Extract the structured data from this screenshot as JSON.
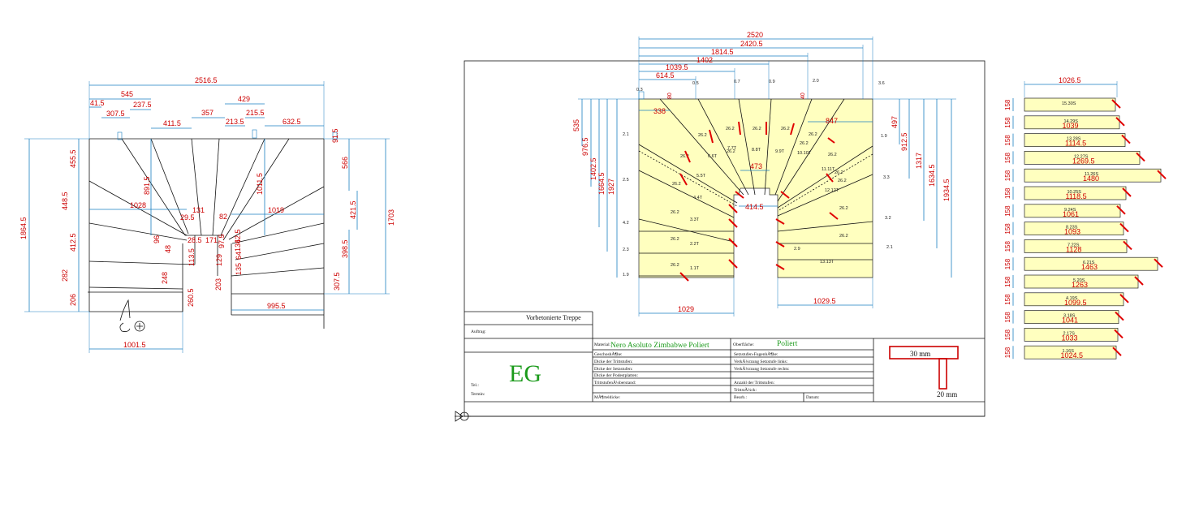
{
  "plan_left": {
    "dims_top": [
      "2516.5",
      "545",
      "41.5",
      "307.5",
      "237.5",
      "357",
      "411.5",
      "429",
      "213.5",
      "215.5",
      "632.5"
    ],
    "dims_left": [
      "1864.5",
      "455.5",
      "448.5",
      "412.5",
      "282",
      "206"
    ],
    "dims_right": [
      "1703",
      "566",
      "421.5",
      "398.5",
      "307.5",
      "91.5"
    ],
    "dims_inner": [
      "891.5",
      "1011.5",
      "1028",
      "1019",
      "131",
      "171",
      "29.5",
      "82",
      "28.5",
      "97.5",
      "96",
      "48",
      "42.5",
      "113.5",
      "129",
      "248",
      "260.5",
      "203",
      "64",
      "135",
      "136"
    ],
    "dims_bottom": [
      "1001.5",
      "995.5"
    ]
  },
  "drawing_frame": {
    "top_dims": [
      "2520",
      "2420.5",
      "1814.5",
      "1402",
      "1039.5",
      "614.5",
      "338"
    ],
    "left_dims": [
      "535",
      "976.5",
      "1402.5",
      "1664.5",
      "1927"
    ],
    "right_dims": [
      "497",
      "912.5",
      "1317",
      "1634.5",
      "1934.5"
    ],
    "center_dims": [
      "473",
      "414.5",
      "847"
    ],
    "bottom_dims": [
      "1029",
      "1029.5"
    ],
    "side_labels_left": [
      "2.1",
      "2.5",
      "4.2",
      "2.3",
      "1.9"
    ],
    "side_labels_right": [
      "1.9",
      "3.3",
      "3.2",
      "2.1",
      "2.9"
    ],
    "top_labels": [
      "0.3",
      "0.5",
      "0.7",
      "0.9",
      "2.0",
      "3.6"
    ],
    "small_marks": [
      "80",
      "40"
    ],
    "angle_labels": [
      "26.2",
      "26.2",
      "26.2",
      "26.2",
      "26.2",
      "26.2",
      "26.2",
      "26.2",
      "26.2",
      "26.2",
      "26.2",
      "26.2",
      "26.2",
      "26.2",
      "26.2",
      "26.2",
      "26.2"
    ],
    "step_labels": [
      "1.1T",
      "2.2T",
      "3.3T",
      "4.4T",
      "5.5T",
      "6.6T",
      "7.7T",
      "8.8T",
      "9.9T",
      "10.10T",
      "11.11T",
      "12.12T",
      "13.13T"
    ],
    "title_block": {
      "title": "Vorbetonierte Treppe",
      "auftrag": "Auftrag:",
      "floor": "EG",
      "tel": "Tel.:",
      "termin": "Termin:",
      "material_label": "Material:",
      "material": "Nero Asoluto Zimbabwe Poliert",
      "surface_label": "Oberflâche:",
      "surface": "Poliert",
      "left_fields": [
        "GeschoshÃ¶he:",
        "Dicke der Trittstufen:",
        "Dicke der Setzstufen:",
        "Dicke der Podestplatten:",
        "TrittstufenÃ¼berstand:",
        "MÃ¶rteldicke:"
      ],
      "right_fields": [
        "Setzstufen-FugenhÃ¶he:",
        "VerkÃ¼rzung Setzstufe links:",
        "VerkÃ¼rzung Setzstufe rechts:",
        "Anzahl der Trittstufen:",
        "TrittstÃ¼ck:",
        "Bearb.:"
      ],
      "datum": "Datum:",
      "profile_top": "30 mm",
      "profile_bottom": "20 mm"
    }
  },
  "tread_list": {
    "header": "1026.5",
    "depth": "158",
    "items": [
      {
        "tag": "15.30S",
        "len": "1026.5",
        "w": 112
      },
      {
        "tag": "14.29S",
        "len": "1039",
        "w": 117
      },
      {
        "tag": "13.28S",
        "len": "1114.5",
        "w": 124
      },
      {
        "tag": "12.27S",
        "len": "1269.5",
        "w": 142
      },
      {
        "tag": "11.26S",
        "len": "1480",
        "w": 168
      },
      {
        "tag": "10.25S",
        "len": "1118.5",
        "w": 125
      },
      {
        "tag": "9.24S",
        "len": "1061",
        "w": 118
      },
      {
        "tag": "8.23S",
        "len": "1093",
        "w": 122
      },
      {
        "tag": "7.22S",
        "len": "1128",
        "w": 126
      },
      {
        "tag": "6.21S",
        "len": "1463",
        "w": 164
      },
      {
        "tag": "5.20S",
        "len": "1263",
        "w": 140
      },
      {
        "tag": "4.19S",
        "len": "1099.5",
        "w": 122
      },
      {
        "tag": "3.18S",
        "len": "1041",
        "w": 116
      },
      {
        "tag": "2.17S",
        "len": "1033",
        "w": 115
      },
      {
        "tag": "1.16S",
        "len": "1024.5",
        "w": 113
      }
    ]
  }
}
